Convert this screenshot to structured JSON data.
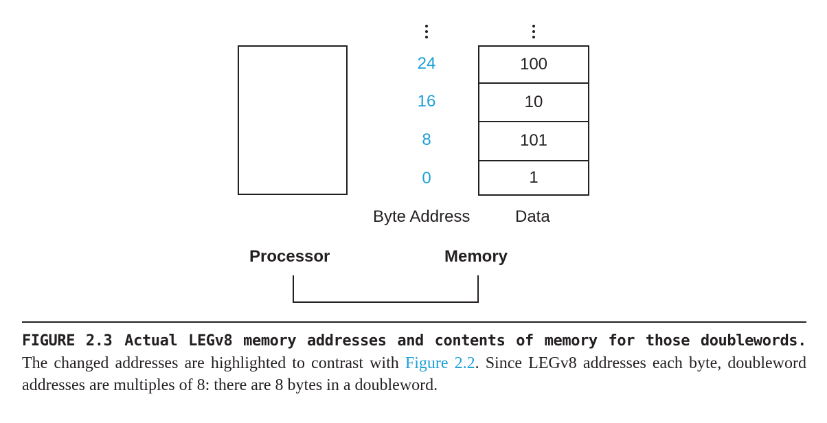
{
  "addresses": [
    "24",
    "16",
    "8",
    "0"
  ],
  "data_values": [
    "100",
    "10",
    "101",
    "1"
  ],
  "labels": {
    "byte_address": "Byte Address",
    "data": "Data",
    "processor": "Processor",
    "memory": "Memory"
  },
  "caption": {
    "figure_number": "FIGURE 2.3",
    "title": "Actual LEGv8 memory addresses and contents of memory for those doublewords.",
    "text_before_link": "The changed addresses are highlighted to contrast with",
    "link_text": "Figure 2.2",
    "text_after_link": ". Since LEGv8 addresses each byte, doubleword addresses are multiples of 8: there are 8 bytes in a doubleword."
  },
  "colors": {
    "highlight": "#1ba0d8",
    "ink": "#231f20"
  },
  "icons": {
    "continuation": "vertical-ellipsis-icon"
  }
}
